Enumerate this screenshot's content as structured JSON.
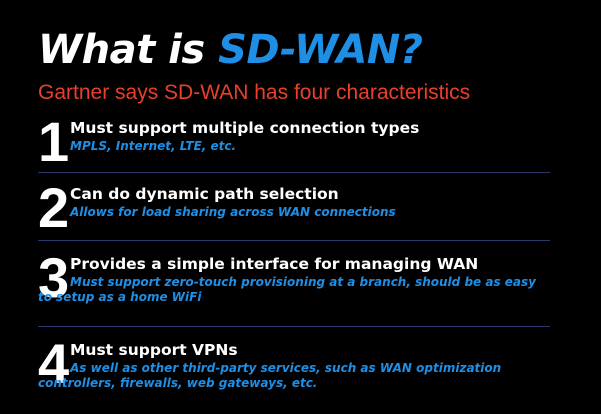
{
  "title": {
    "part1": "What is ",
    "part2": "SD-WAN?"
  },
  "subtitle": "Gartner says SD-WAN has four characteristics",
  "colors": {
    "accent_blue": "#1f8fe6",
    "accent_red": "#e8402b",
    "background": "#000000",
    "text": "#ffffff"
  },
  "items": [
    {
      "number": "1",
      "heading": "Must support multiple connection types",
      "detail": "MPLS, Internet, LTE, etc."
    },
    {
      "number": "2",
      "heading": "Can do dynamic path selection",
      "detail": "Allows for load sharing across WAN connections"
    },
    {
      "number": "3",
      "heading": "Provides a simple interface for managing WAN",
      "detail": "Must support zero-touch provisioning at a branch, should be as easy to setup as a home WiFi"
    },
    {
      "number": "4",
      "heading": "Must support VPNs",
      "detail": "As well as other third-party services, such as WAN optimization controllers, firewalls, web gateways, etc."
    }
  ]
}
